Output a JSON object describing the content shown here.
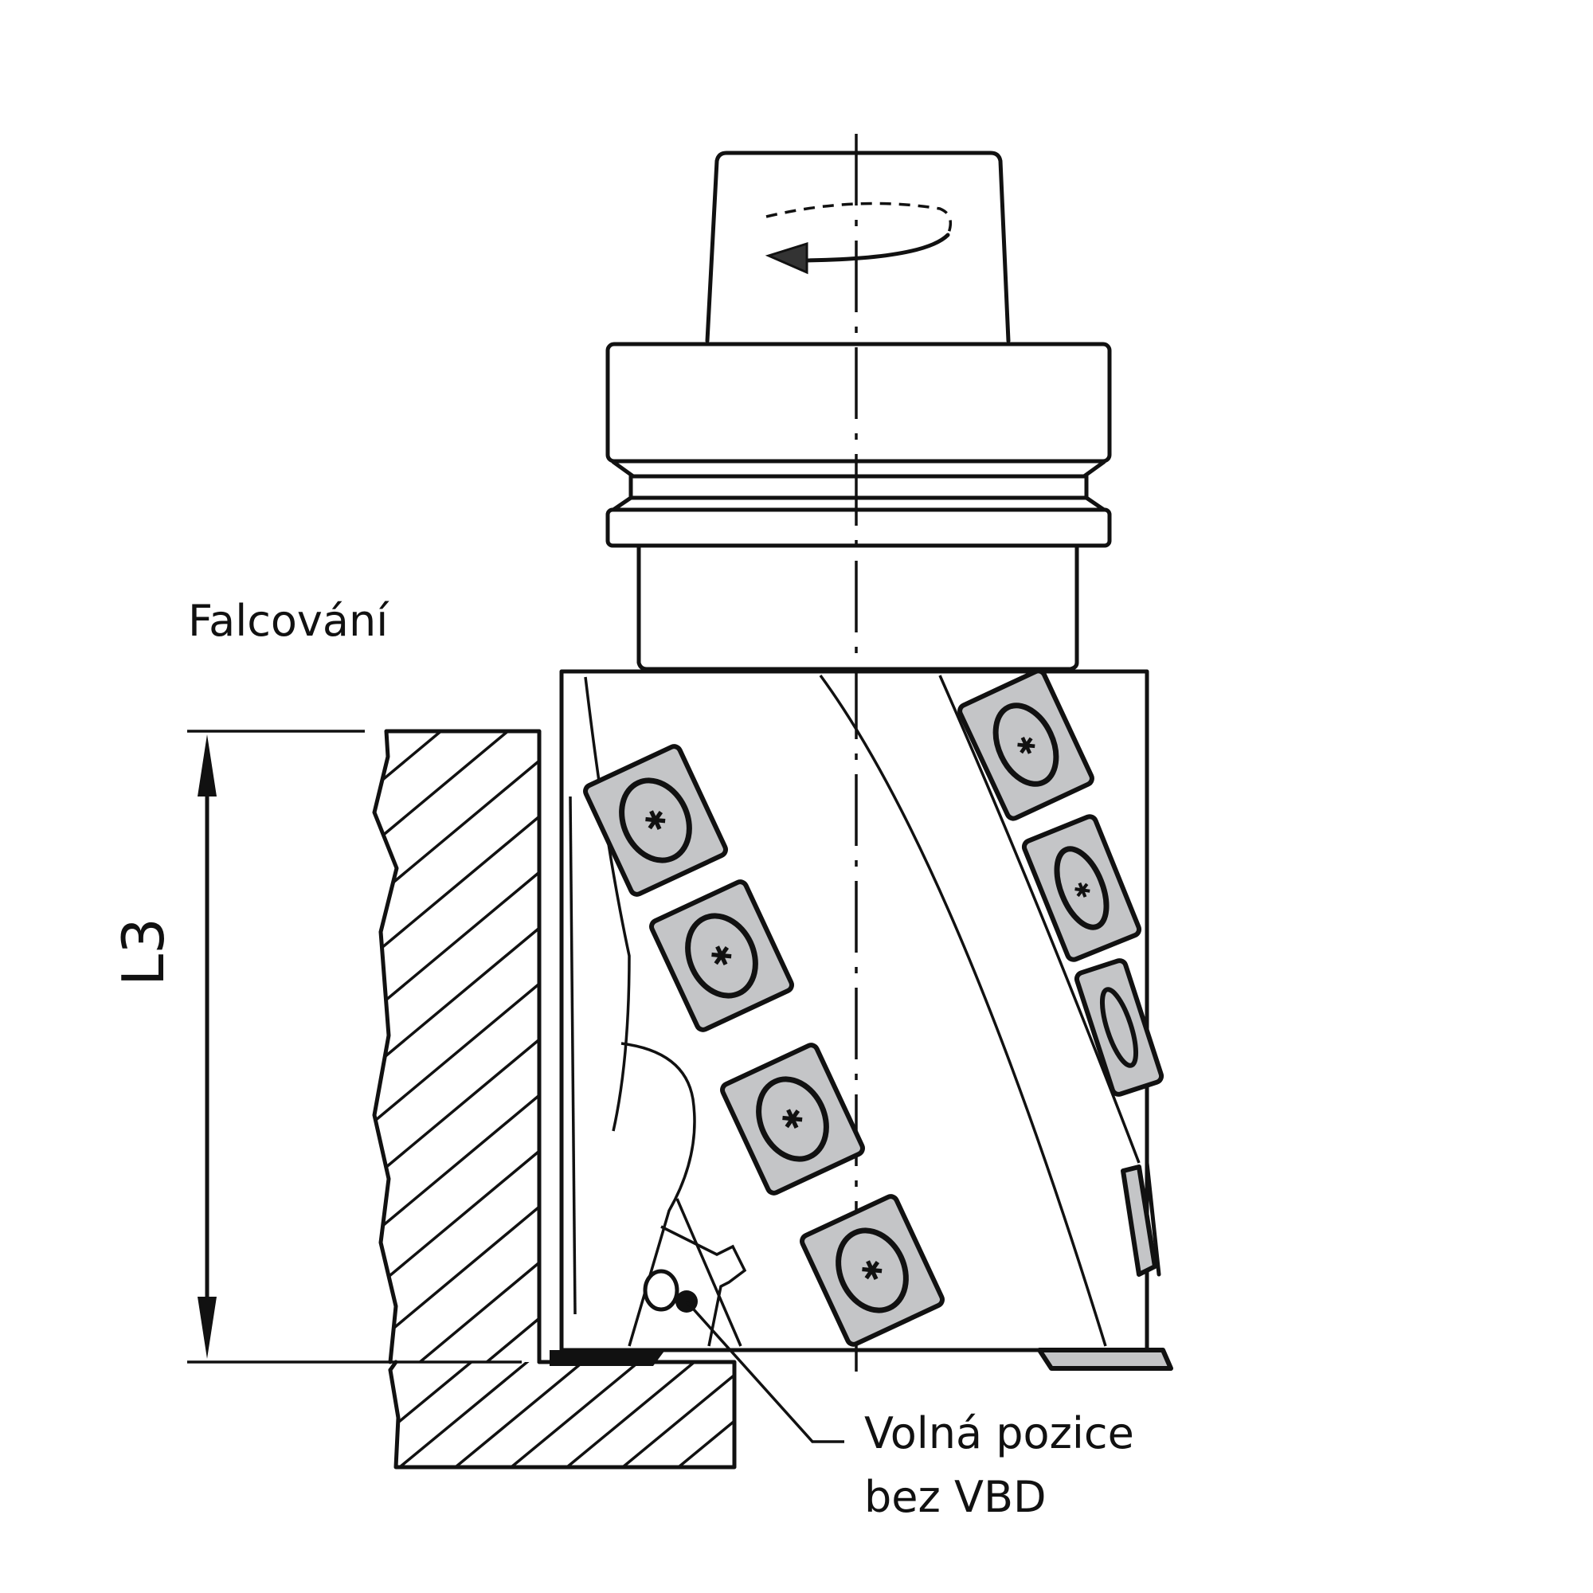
{
  "diagram": {
    "operation_label": "Falcování",
    "dimension_label": "L3",
    "callout": {
      "line1": "Volná pozice",
      "line2": "bez VBD"
    },
    "rotation_direction": "counterclockwise",
    "colors": {
      "line": "#111111",
      "insert_fill": "#c4c5c7",
      "background": "#ffffff"
    },
    "icons": {
      "rotation_arrow": "rotation-arrow-icon",
      "screw": "torx-screw-icon"
    }
  }
}
